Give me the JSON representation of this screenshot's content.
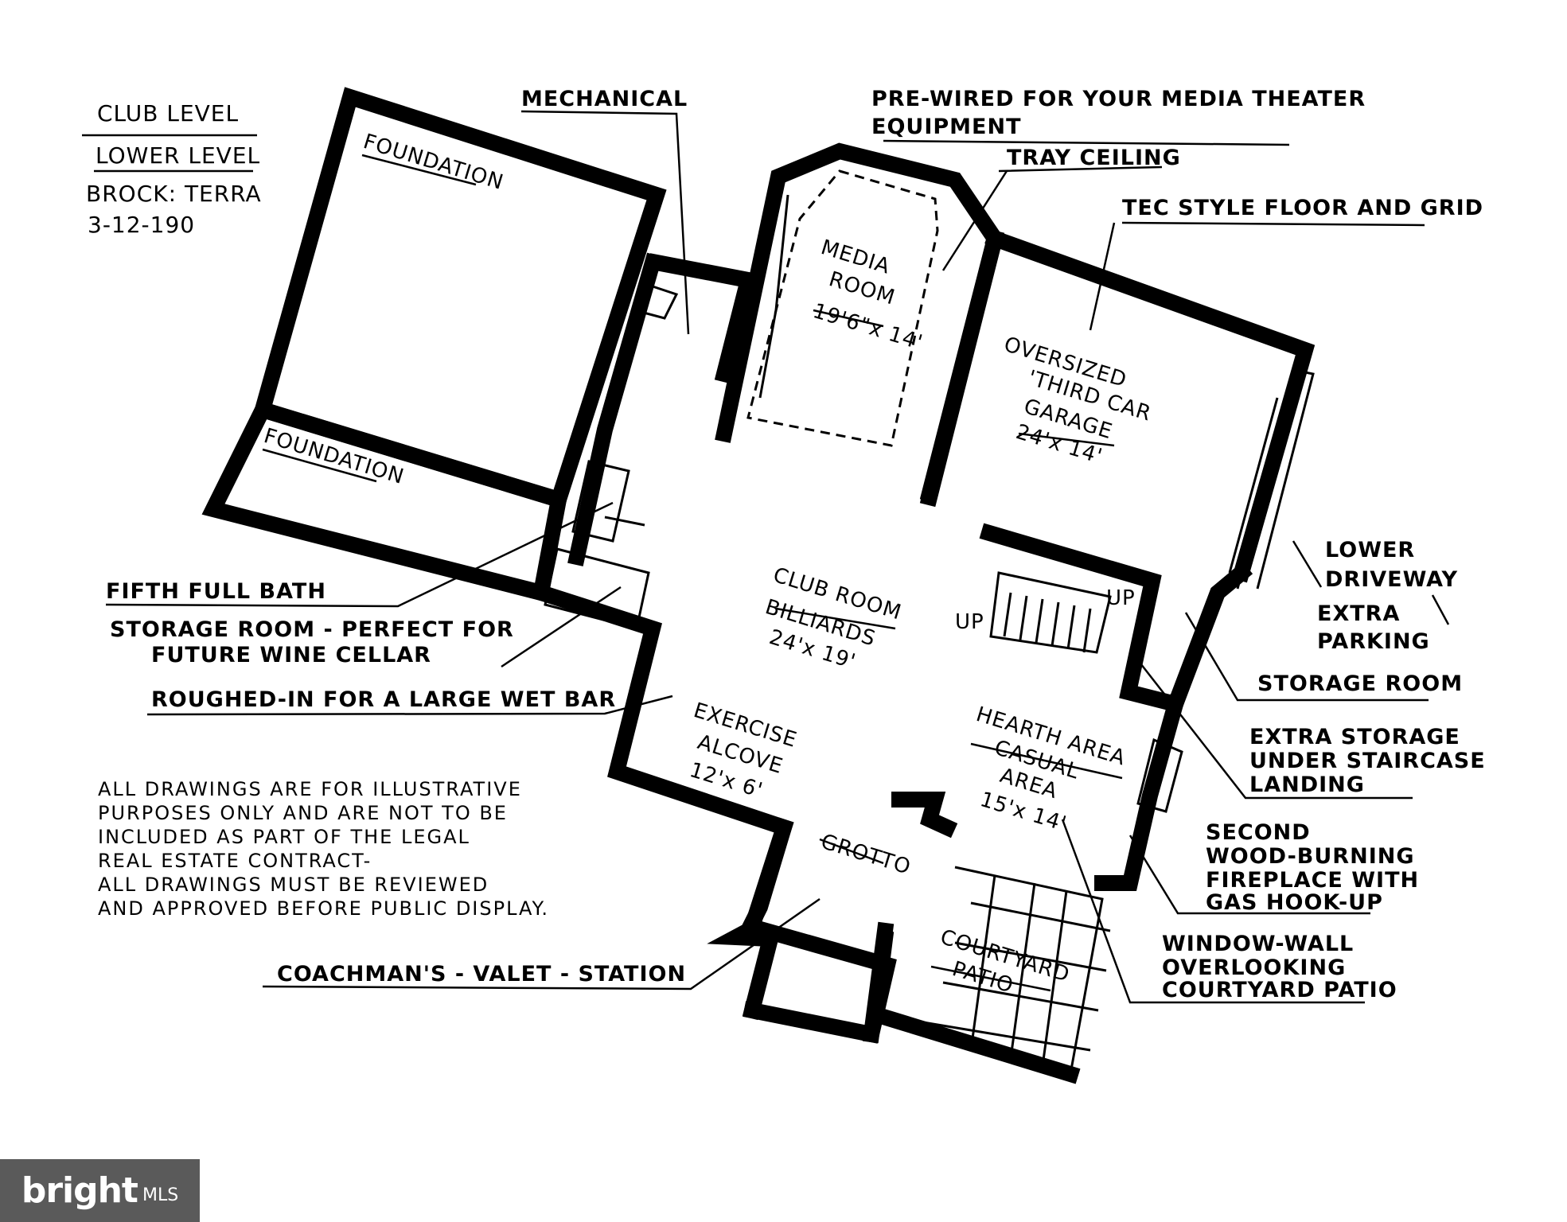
{
  "header": {
    "line1": "CLUB LEVEL",
    "line2": "LOWER LEVEL",
    "line3": "BROCK: TERRA",
    "line4": "3-12-190"
  },
  "rooms": {
    "foundation_a": "FOUNDATION",
    "foundation_b": "FOUNDATION",
    "media_1": "MEDIA",
    "media_2": "ROOM",
    "media_dim": "19'6\"x 14'",
    "garage_1": "OVERSIZED",
    "garage_2": "'THIRD CAR",
    "garage_3": "GARAGE",
    "garage_dim": "24'x 14'",
    "club_1": "CLUB ROOM",
    "club_2": "BILLIARDS",
    "club_dim": "24'x 19'",
    "exercise_1": "EXERCISE",
    "exercise_2": "ALCOVE",
    "exercise_dim": "12'x 6'",
    "hearth_1": "HEARTH AREA",
    "hearth_2": "CASUAL",
    "hearth_3": "AREA",
    "hearth_dim": "15'x 14'",
    "grotto": "GROTTO",
    "courtyard_1": "COURTYARD",
    "courtyard_2": "PATIO",
    "up_1": "UP",
    "up_2": "UP"
  },
  "callouts": {
    "mechanical": "MECHANICAL",
    "prewired_1": "PRE-WIRED FOR YOUR MEDIA THEATER",
    "prewired_2": "EQUIPMENT",
    "tray": "TRAY CEILING",
    "tec": "TEC STYLE FLOOR AND GRID",
    "driveway_1": "LOWER",
    "driveway_2": "DRIVEWAY",
    "parking_1": "EXTRA",
    "parking_2": "PARKING",
    "storage_room": "STORAGE ROOM",
    "extra_storage_1": "EXTRA STORAGE",
    "extra_storage_2": "UNDER STAIRCASE",
    "extra_storage_3": "LANDING",
    "fireplace_1": "SECOND",
    "fireplace_2": "WOOD-BURNING",
    "fireplace_3": "FIREPLACE WITH",
    "fireplace_4": "GAS HOOK-UP",
    "window_1": "WINDOW-WALL",
    "window_2": "OVERLOOKING",
    "window_3": "COURTYARD PATIO",
    "bath": "FIFTH FULL BATH",
    "wine_1": "STORAGE ROOM - PERFECT FOR",
    "wine_2": "FUTURE WINE CELLAR",
    "wetbar": "ROUGHED-IN FOR A LARGE WET BAR",
    "valet": "COACHMAN'S - VALET - STATION"
  },
  "disclaimer": {
    "l1": "ALL DRAWINGS ARE FOR ILLUSTRATIVE",
    "l2": "PURPOSES ONLY AND ARE NOT TO BE",
    "l3": "INCLUDED AS PART OF THE LEGAL",
    "l4": "REAL ESTATE CONTRACT-",
    "l5": "ALL DRAWINGS MUST BE REVIEWED",
    "l6": "AND APPROVED BEFORE PUBLIC DISPLAY."
  },
  "watermark": {
    "brand": "bright",
    "suffix": "MLS"
  }
}
